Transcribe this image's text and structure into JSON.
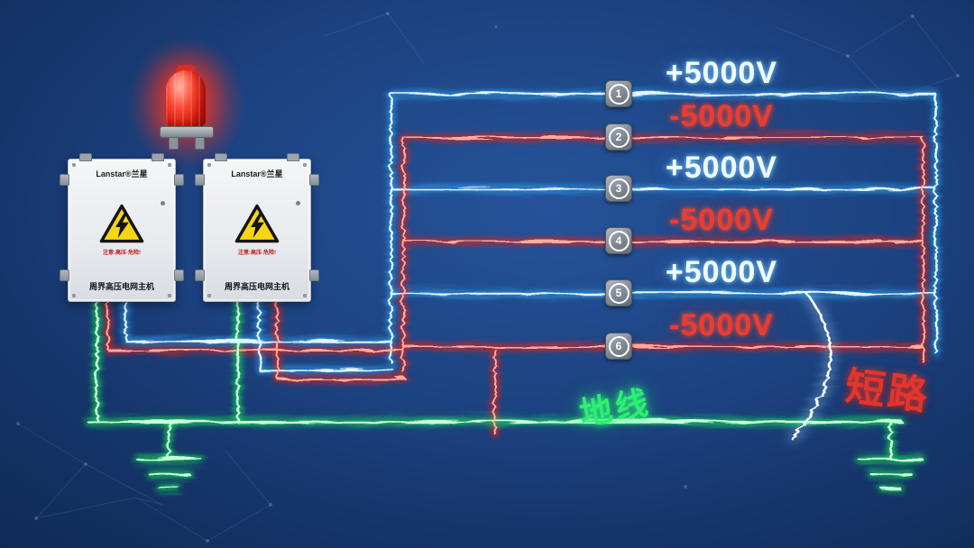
{
  "devices": [
    {
      "brand": "Lanstar®兰星",
      "warning": "注意:高压·危险!",
      "name": "周界高压电网主机"
    },
    {
      "brand": "Lanstar®兰星",
      "warning": "注意:高压·危险!",
      "name": "周界高压电网主机"
    }
  ],
  "wires": [
    {
      "num": "1",
      "voltage": "+5000V",
      "polarity": "positive"
    },
    {
      "num": "2",
      "voltage": "-5000V",
      "polarity": "negative"
    },
    {
      "num": "3",
      "voltage": "+5000V",
      "polarity": "positive"
    },
    {
      "num": "4",
      "voltage": "-5000V",
      "polarity": "negative"
    },
    {
      "num": "5",
      "voltage": "+5000V",
      "polarity": "positive"
    },
    {
      "num": "6",
      "voltage": "-5000V",
      "polarity": "negative"
    }
  ],
  "labels": {
    "ground_wire": "地线",
    "short_circuit": "短路"
  },
  "colors": {
    "positive_wire": "#e8f7ff",
    "negative_wire": "#ef4136",
    "ground_wire": "#35f07a",
    "alarm_light": "#ff2d1f",
    "background": "#1c4280"
  }
}
